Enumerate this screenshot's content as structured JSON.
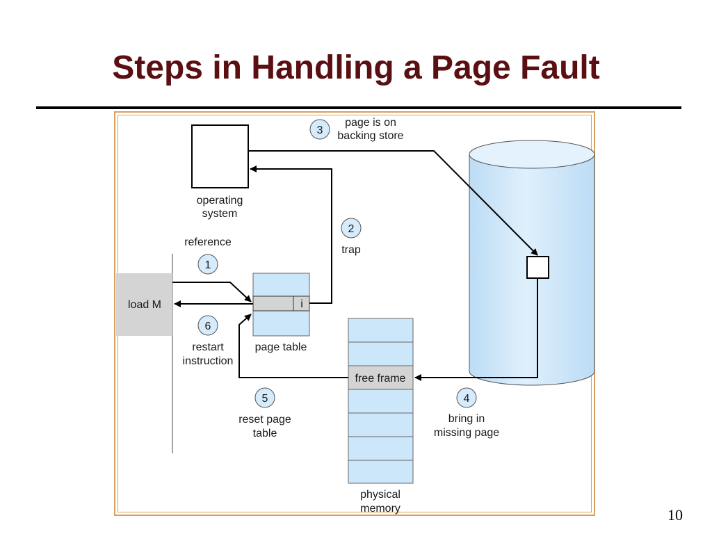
{
  "slide": {
    "title": "Steps in Handling a Page Fault",
    "page_number": "10"
  },
  "diagram": {
    "labels": {
      "os_line1": "operating",
      "os_line2": "system",
      "reference": "reference",
      "load_m": "load M",
      "page_table": "page table",
      "page_table_bit": "i",
      "trap": "trap",
      "backing_line1": "page is on",
      "backing_line2": "backing store",
      "free_frame": "free frame",
      "phys_line1": "physical",
      "phys_line2": "memory",
      "bring_line1": "bring in",
      "bring_line2": "missing page",
      "reset_line1": "reset page",
      "reset_line2": "table",
      "restart_line1": "restart",
      "restart_line2": "instruction"
    },
    "steps": [
      "1",
      "2",
      "3",
      "4",
      "5",
      "6"
    ],
    "colors": {
      "title": "#5a0f12",
      "frame": "#d8a060",
      "light_blue": "#cce6fa",
      "grey": "#d4d4d4",
      "step_circle": "#d6ebfb"
    }
  }
}
